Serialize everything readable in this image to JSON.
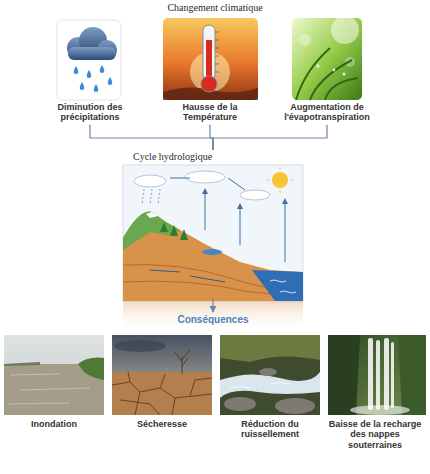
{
  "diagram": {
    "title": "Changement climatique",
    "nodes": [
      {
        "text": [
          "Diminution des précipitations"
        ]
      },
      {
        "text": [
          "Hausse de la Température"
        ]
      },
      {
        "text": [
          "Augmentation de l'évapotranspiration"
        ]
      },
      {
        "text": [
          "Cycle hydrologique"
        ]
      },
      {
        "text": [
          "Conséquences"
        ]
      },
      {
        "text": [
          "Inondation"
        ]
      },
      {
        "text": [
          "Sécheresse"
        ]
      },
      {
        "text": [
          "Réduction du ruissellement"
        ]
      },
      {
        "text": [
          "Baisse de la recharge des nappes souterraines"
        ]
      }
    ],
    "edges": [
      {
        "from": 0,
        "to": 3,
        "arrow": "none"
      },
      {
        "from": 1,
        "to": 3,
        "arrow": "none"
      },
      {
        "from": 2,
        "to": 3,
        "arrow": "none"
      },
      {
        "from": 3,
        "to": 4,
        "arrow": "to"
      }
    ]
  }
}
